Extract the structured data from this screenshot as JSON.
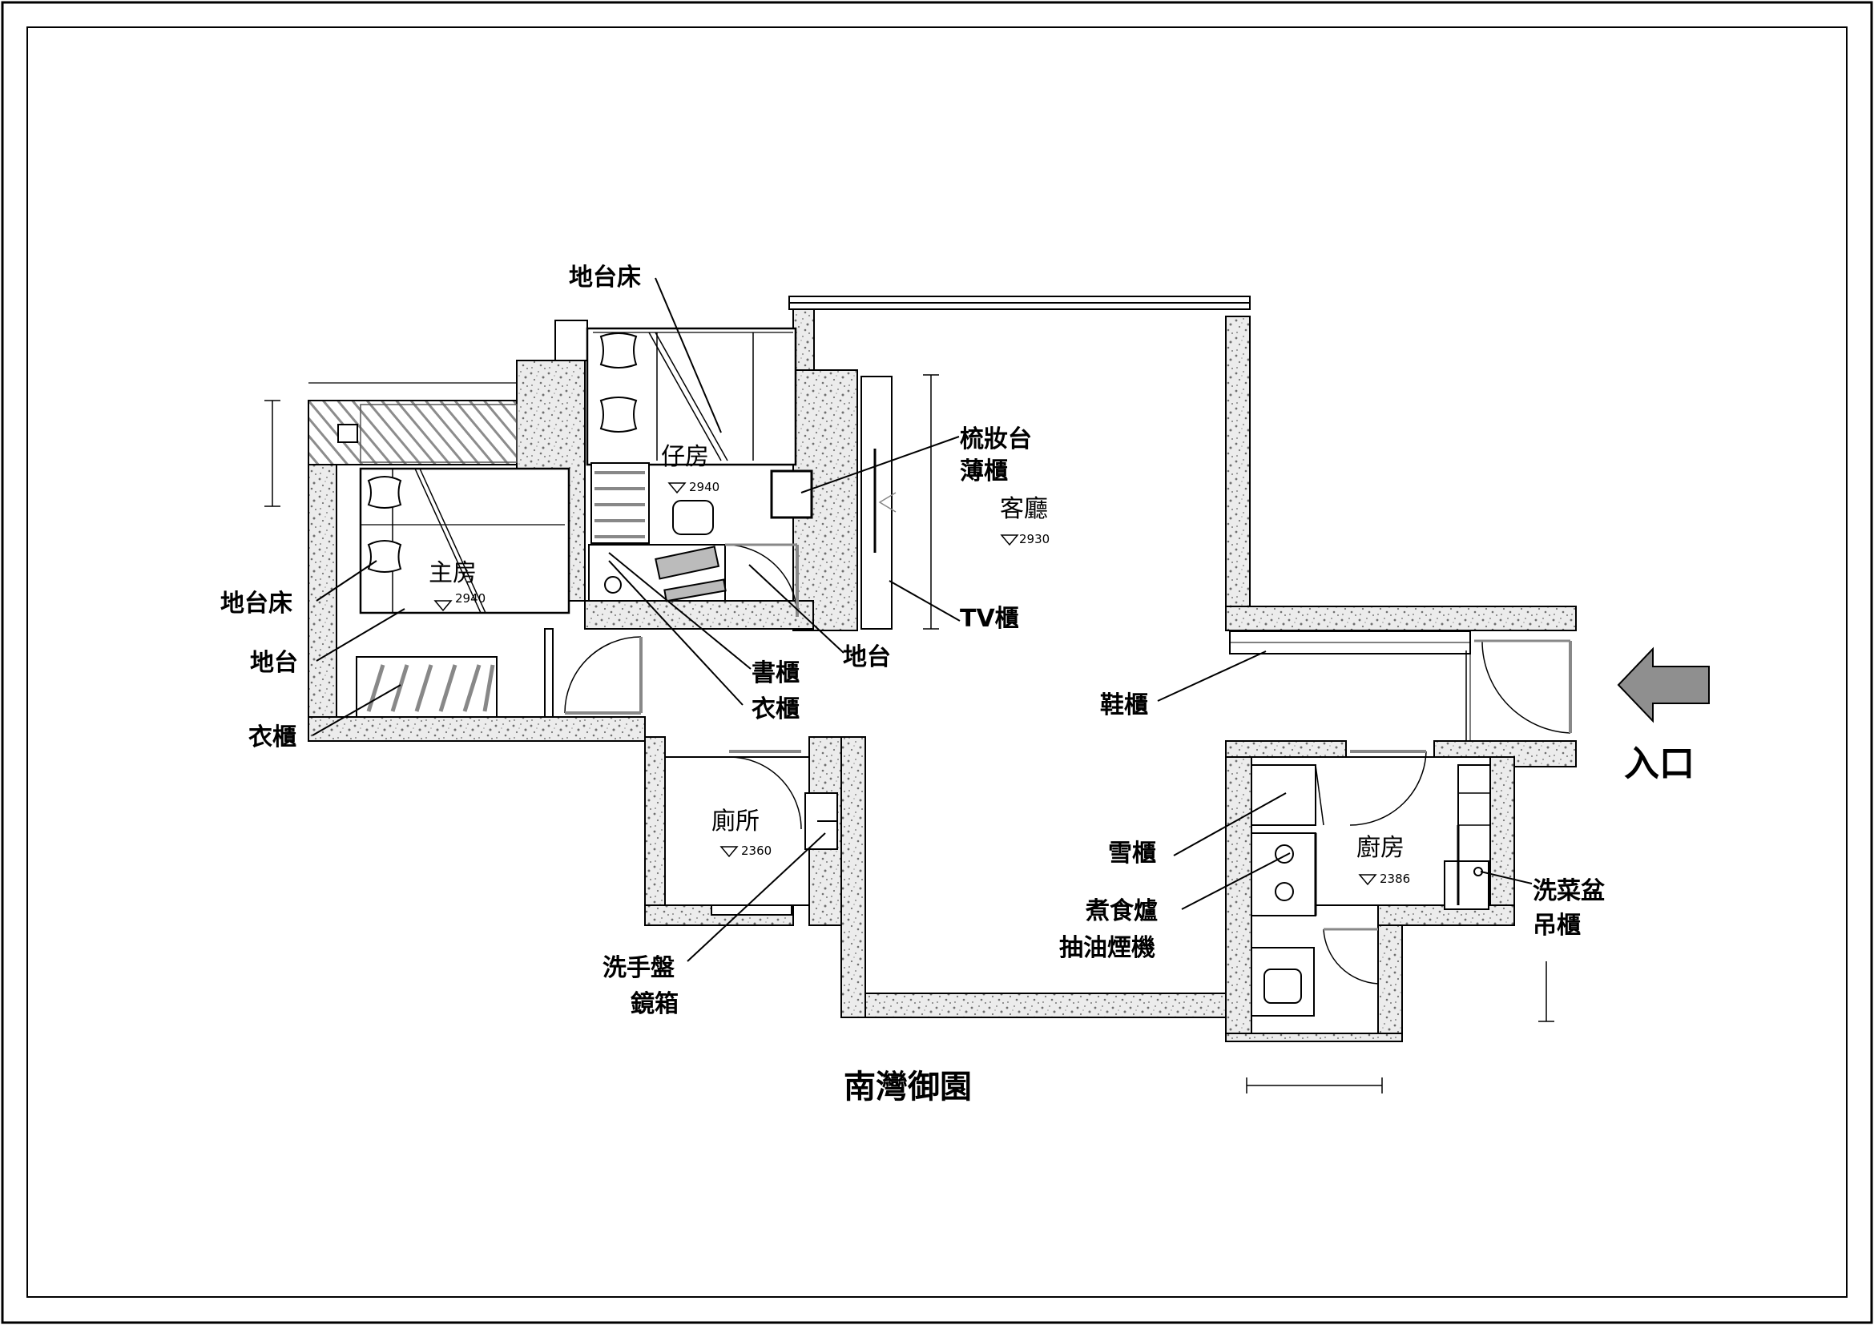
{
  "title": "南灣御園",
  "entrance": "入口",
  "rooms": {
    "living": "客廳",
    "son_room": "仔房",
    "master_room": "主房",
    "toilet": "廁所",
    "kitchen": "廚房"
  },
  "levels": {
    "son_room": "2940",
    "master_room": "2940",
    "living": "2930",
    "toilet": "2360",
    "kitchen": "2386"
  },
  "callouts": {
    "platform_bed_top": "地台床",
    "dressing_table": "梳妝台",
    "thin_cabinet": "薄櫃",
    "platform_bed_left": "地台床",
    "platform_left": "地台",
    "wardrobe_left": "衣櫃",
    "tv_cabinet": "TV櫃",
    "platform_center": "地台",
    "book_cabinet": "書櫃",
    "wardrobe_center": "衣櫃",
    "shoe_cabinet": "鞋櫃",
    "fridge_cabinet": "雪櫃",
    "cooker": "煮食爐",
    "range_hood": "抽油煙機",
    "wash_basin": "洗手盤",
    "mirror_cabinet": "鏡箱",
    "sink": "洗菜盆",
    "wall_cabinet": "吊櫃"
  },
  "colors": {
    "line": "#000000",
    "wall_fill": "#e9e9e9",
    "wall_speckle": "#7a7a7a",
    "cabinet_hatch": "#9a9a9a",
    "arrow_fill": "#8f8f8f"
  }
}
